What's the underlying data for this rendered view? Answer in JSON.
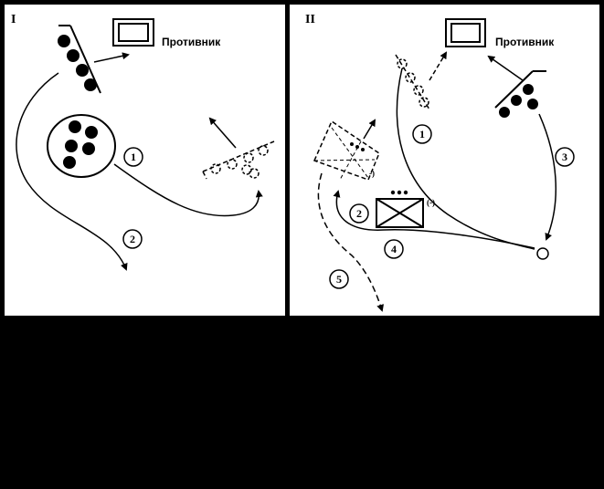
{
  "panels": [
    {
      "roman": "I",
      "enemy_label": "Противник",
      "numbers": [
        "1",
        "2"
      ]
    },
    {
      "roman": "II",
      "enemy_label": "Противник",
      "numbers": [
        "1",
        "2",
        "3",
        "4",
        "5"
      ],
      "reduced_mark": "(-)",
      "reduced_mark_small": "-)"
    }
  ],
  "colors": {
    "background": "#000000",
    "panel": "#ffffff",
    "ink": "#000000"
  }
}
